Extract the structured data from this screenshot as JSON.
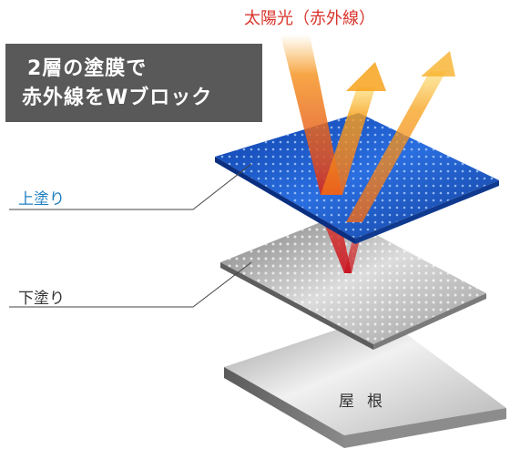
{
  "headline": {
    "line1": "2層の塗膜で",
    "line2": "赤外線をWブロック"
  },
  "sunlight_label": "太陽光（赤外線）",
  "layers": {
    "top_coat": "上塗り",
    "under_coat": "下塗り",
    "roof": "屋根"
  },
  "colors": {
    "headline_bg": "#595959",
    "top_coat_label": "#1f7fc2",
    "under_coat_label": "#333333",
    "sunlight_label": "#d9342b",
    "top_coat_fill": "#1f5fd0",
    "ray_orange": "#f7941d"
  }
}
